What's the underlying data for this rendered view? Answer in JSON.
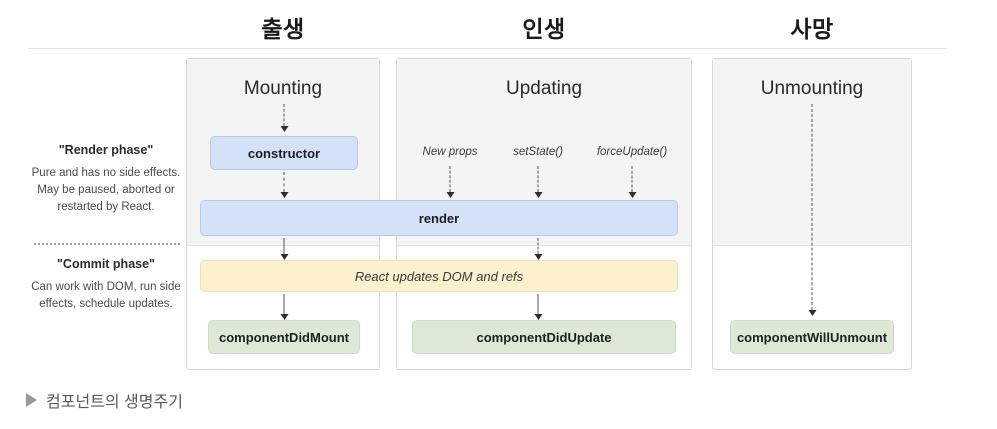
{
  "headers": {
    "birth": "출생",
    "life": "인생",
    "death": "사망"
  },
  "phases": [
    {
      "title": "\"Render phase\"",
      "description": "Pure and has no side effects. May be paused, aborted or restarted by React."
    },
    {
      "title": "\"Commit phase\"",
      "description": "Can work with DOM, run side effects, schedule updates."
    }
  ],
  "columns": [
    {
      "title": "Mounting"
    },
    {
      "title": "Updating"
    },
    {
      "title": "Unmounting"
    }
  ],
  "triggers": [
    {
      "label": "New props"
    },
    {
      "label": "setState()"
    },
    {
      "label": "forceUpdate()"
    }
  ],
  "nodes": {
    "constructor": "constructor",
    "render": "render",
    "react_updates": "React updates DOM and refs",
    "component_did_mount": "componentDidMount",
    "component_did_update": "componentDidUpdate",
    "component_will_unmount": "componentWillUnmount"
  },
  "caption": {
    "text": "컴포넌트의 생명주기",
    "marker": "triangle-right-icon"
  },
  "colors": {
    "blue_fill": "#d3e2f7",
    "blue_border": "#b4cbe8",
    "yellow_fill": "#fcf0cf",
    "yellow_border": "#eddfae",
    "green_fill": "#dde8d6",
    "green_border": "#cdddc4",
    "panel_shade": "#f4f4f4",
    "panel_border": "#d8d8d8",
    "arrow": "#555555"
  }
}
